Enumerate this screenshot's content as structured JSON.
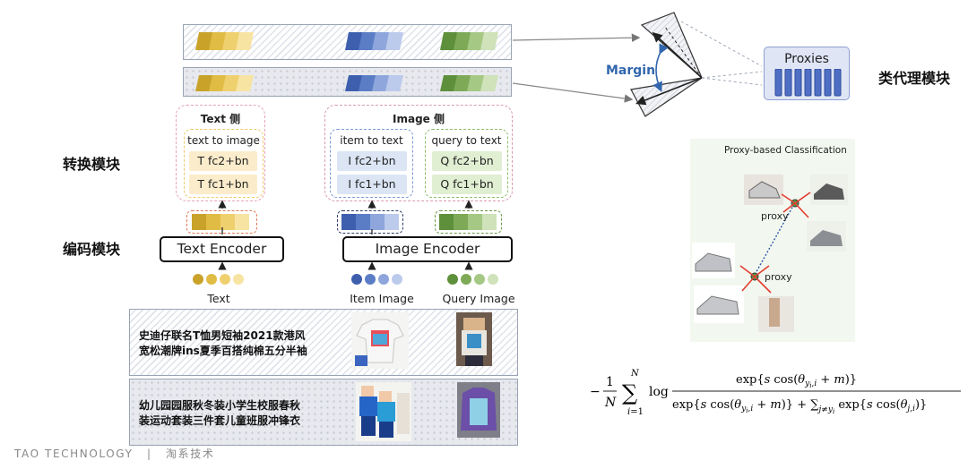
{
  "labels": {
    "conversion_module": "转换模块",
    "encoding_module": "编码模块",
    "proxy_module": "类代理模块",
    "margin": "Margin",
    "proxies": "Proxies"
  },
  "text_side": {
    "title": "Text 侧",
    "header": "text to image",
    "fc2": "T fc2+bn",
    "fc1": "T fc1+bn",
    "encoder": "Text Encoder",
    "input": "Text"
  },
  "image_side": {
    "title": "Image 侧",
    "item_header": "item to text",
    "item_fc2": "I fc2+bn",
    "item_fc1": "I fc1+bn",
    "query_header": "query to text",
    "query_fc2": "Q fc2+bn",
    "query_fc1": "Q fc1+bn",
    "encoder": "Image Encoder",
    "item_input": "Item Image",
    "query_input": "Query Image"
  },
  "samples": [
    {
      "text_line1": "史迪仔联名T恤男短袖2021款港风",
      "text_line2": "宽松潮牌ins夏季百搭纯棉五分半袖"
    },
    {
      "text_line1": "幼儿园园服秋冬装小学生校服春秋",
      "text_line2": "装运动套装三件套儿童班服冲锋衣"
    }
  ],
  "classification": {
    "title": "Proxy-based Classification",
    "proxy_label_1": "proxy",
    "proxy_label_2": "proxy"
  },
  "watermark": {
    "brand": "TAO TECHNOLOGY",
    "separator": "|",
    "cn": "淘系技术"
  },
  "colors": {
    "text_series": [
      "#c9a22a",
      "#e0bc45",
      "#efd06e",
      "#f7e4a3"
    ],
    "item_series": [
      "#3d5fae",
      "#5b7dc6",
      "#8ea6db",
      "#bccaec"
    ],
    "query_series": [
      "#5e8f3a",
      "#7eaa57",
      "#a5c884",
      "#cfe2b9"
    ],
    "margin_blue": "#3266ad",
    "proxy_bar": "#4f6fc4"
  }
}
